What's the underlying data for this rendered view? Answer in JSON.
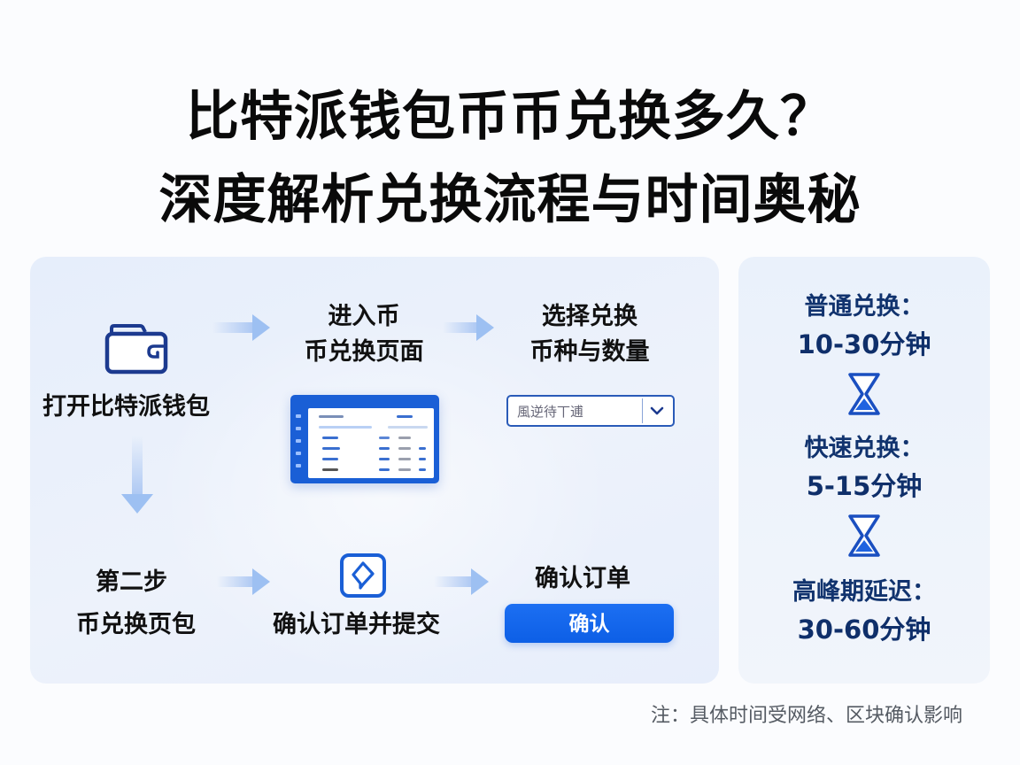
{
  "title": {
    "line1": "比特派钱包币币兑换多久？",
    "line2": "深度解析兑换流程与时间奥秘"
  },
  "flow": {
    "steps": [
      {
        "id": "open-wallet",
        "label": "打开比特派钱包",
        "icon": "wallet-icon"
      },
      {
        "id": "enter-exchange",
        "label_line1": "进入币",
        "label_line2": "币兑换页面",
        "icon": "app-screen-mockup"
      },
      {
        "id": "select-currency",
        "label_line1": "选择兑换",
        "label_line2": "币种与数量",
        "icon": "dropdown-select"
      },
      {
        "id": "step-two",
        "label_line1": "第二步",
        "label_line2": "币兑换页包"
      },
      {
        "id": "submit-order",
        "label": "确认订单并提交",
        "icon": "confirm-exchange-icon"
      },
      {
        "id": "confirm-order",
        "label": "确认订单",
        "icon": "confirm-button"
      }
    ],
    "select": {
      "value": "風逆待丅逋",
      "icon": "chevron-down-icon"
    },
    "confirm_button": {
      "label": "确认"
    }
  },
  "times": [
    {
      "label": "普通兑换：",
      "range": "10-30分钟"
    },
    {
      "label": "快速兑换：",
      "range": "5-15分钟"
    },
    {
      "label": "高峰期延迟：",
      "range": "30-60分钟"
    }
  ],
  "note": "注：具体时间受网络、区块确认影响",
  "colors": {
    "accent": "#0d5fe6",
    "icon_navy": "#1c3a8f",
    "time_text": "#11336e",
    "arrow": "#9dc0f2",
    "panel_bg": "#e8eefb"
  }
}
